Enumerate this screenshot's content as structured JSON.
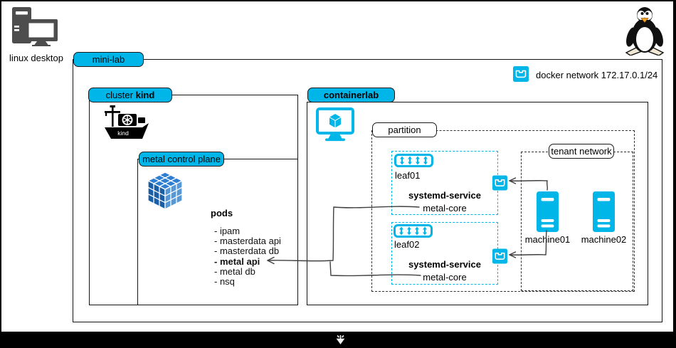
{
  "colors": {
    "accent": "#00b5e8",
    "cube_top": "#2e7fd2",
    "cube_left": "#1a5ea6",
    "cube_right": "#5697d8",
    "wire": "#404040"
  },
  "desktop": {
    "label": "linux desktop"
  },
  "minilab": {
    "label": "mini-lab"
  },
  "docker_network": {
    "label": "docker network 172.17.0.1/24"
  },
  "cluster": {
    "label_prefix": "cluster",
    "label_name": "kind",
    "ship_text": "kind"
  },
  "control_plane": {
    "label": "metal control plane",
    "pods_title": "pods",
    "pods": [
      "- ipam",
      "- masterdata api",
      "- masterdata db",
      "- metal api",
      "- metal db",
      "- nsq"
    ]
  },
  "containerlab": {
    "label": "containerlab"
  },
  "partition": {
    "label": "partition"
  },
  "tenant": {
    "label": "tenant network"
  },
  "leaves": [
    {
      "name": "leaf01",
      "service_title": "systemd-service",
      "service_name": "metal-core"
    },
    {
      "name": "leaf02",
      "service_title": "systemd-service",
      "service_name": "metal-core"
    }
  ],
  "machines": [
    {
      "label": "machine01"
    },
    {
      "label": "machine02"
    }
  ]
}
